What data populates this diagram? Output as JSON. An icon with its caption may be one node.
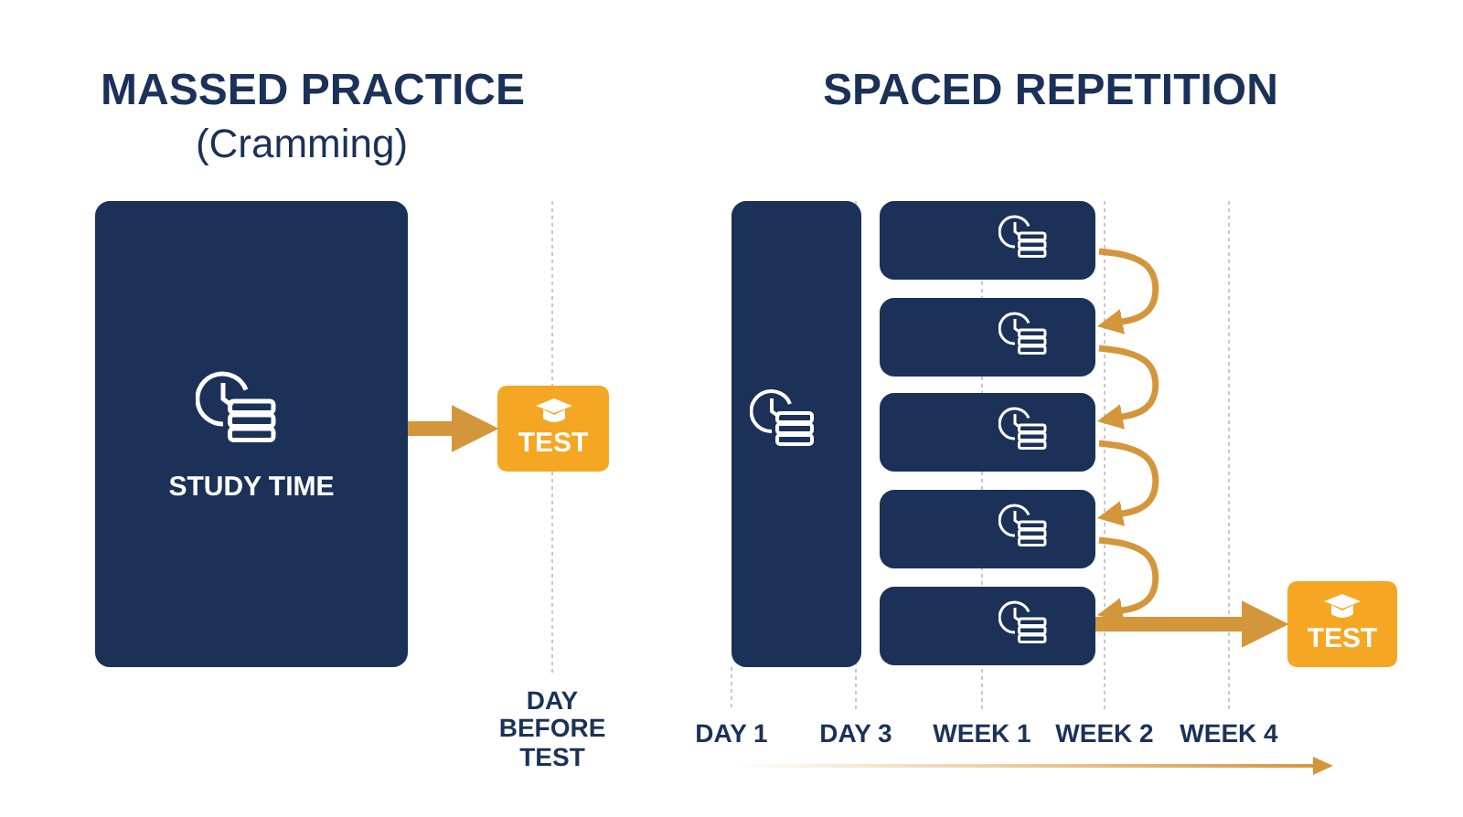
{
  "diagram": {
    "nodes": [
      {
        "text": [
          "STUDY TIME"
        ]
      },
      {
        "text": [
          "TEST"
        ]
      },
      {
        "text": [],
        "shape": "box"
      },
      {
        "text": [],
        "shape": "box"
      },
      {
        "text": [],
        "shape": "box"
      },
      {
        "text": [],
        "shape": "box"
      },
      {
        "text": [],
        "shape": "box"
      },
      {
        "text": [],
        "shape": "box"
      },
      {
        "text": [
          "TEST"
        ]
      }
    ],
    "edges": [
      {
        "from": 0,
        "to": 1,
        "arrow": "to",
        "style": "thick"
      },
      {
        "from": 3,
        "to": 4,
        "arrow": "to"
      },
      {
        "from": 4,
        "to": 5,
        "arrow": "to"
      },
      {
        "from": 5,
        "to": 6,
        "arrow": "to"
      },
      {
        "from": 6,
        "to": 7,
        "arrow": "to"
      },
      {
        "from": 7,
        "to": 8,
        "arrow": "to",
        "style": "thick"
      }
    ],
    "labels": [
      "MASSED PRACTICE",
      "SPACED REPETITION",
      "(Cramming)",
      "DAY BEFORE TEST",
      "DAY 1",
      "DAY 3",
      "WEEK 1",
      "WEEK 2",
      "WEEK 4"
    ]
  }
}
